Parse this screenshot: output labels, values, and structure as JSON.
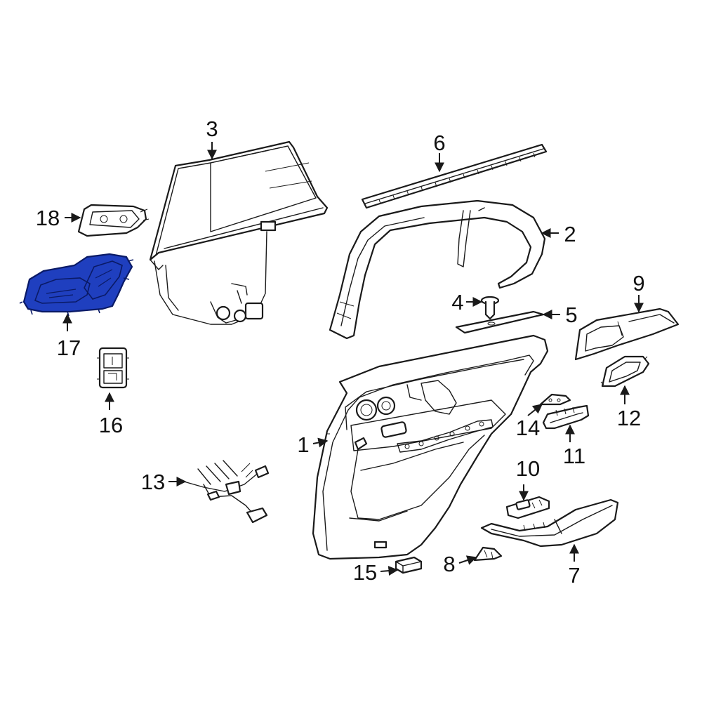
{
  "colors": {
    "line": "#1a1a1a",
    "highlight_fill": "#1f3fbf",
    "highlight_stroke": "#0a1a66",
    "background": "#ffffff"
  },
  "callouts": [
    {
      "id": "1",
      "label": "1"
    },
    {
      "id": "2",
      "label": "2"
    },
    {
      "id": "3",
      "label": "3"
    },
    {
      "id": "4",
      "label": "4"
    },
    {
      "id": "5",
      "label": "5"
    },
    {
      "id": "6",
      "label": "6"
    },
    {
      "id": "7",
      "label": "7"
    },
    {
      "id": "8",
      "label": "8"
    },
    {
      "id": "9",
      "label": "9"
    },
    {
      "id": "10",
      "label": "10"
    },
    {
      "id": "11",
      "label": "11"
    },
    {
      "id": "12",
      "label": "12"
    },
    {
      "id": "13",
      "label": "13"
    },
    {
      "id": "14",
      "label": "14"
    },
    {
      "id": "15",
      "label": "15"
    },
    {
      "id": "16",
      "label": "16"
    },
    {
      "id": "17",
      "label": "17"
    },
    {
      "id": "18",
      "label": "18"
    }
  ],
  "highlighted_part": "17"
}
